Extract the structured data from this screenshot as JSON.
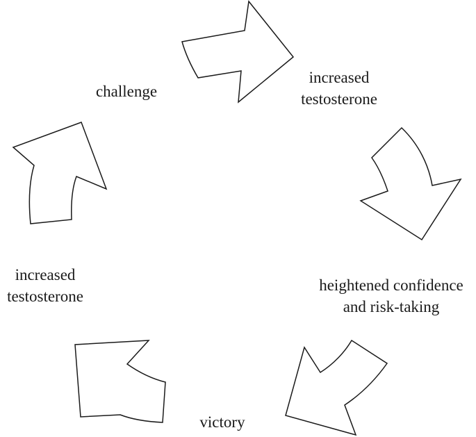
{
  "diagram": {
    "type": "cycle",
    "stroke_color": "#1a1a1a",
    "fill_color": "#ffffff",
    "nodes": [
      {
        "id": "challenge",
        "lines": [
          "challenge"
        ]
      },
      {
        "id": "increased-testosterone-1",
        "lines": [
          "increased",
          "testosterone"
        ]
      },
      {
        "id": "confidence",
        "lines": [
          "heightened confidence",
          "and risk-taking"
        ]
      },
      {
        "id": "victory",
        "lines": [
          "victory"
        ]
      },
      {
        "id": "increased-testosterone-2",
        "lines": [
          "increased",
          "testosterone"
        ]
      }
    ],
    "arrows": [
      {
        "from": "challenge",
        "to": "increased-testosterone-1"
      },
      {
        "from": "increased-testosterone-1",
        "to": "confidence"
      },
      {
        "from": "confidence",
        "to": "victory"
      },
      {
        "from": "victory",
        "to": "increased-testosterone-2"
      },
      {
        "from": "increased-testosterone-2",
        "to": "challenge"
      }
    ]
  }
}
